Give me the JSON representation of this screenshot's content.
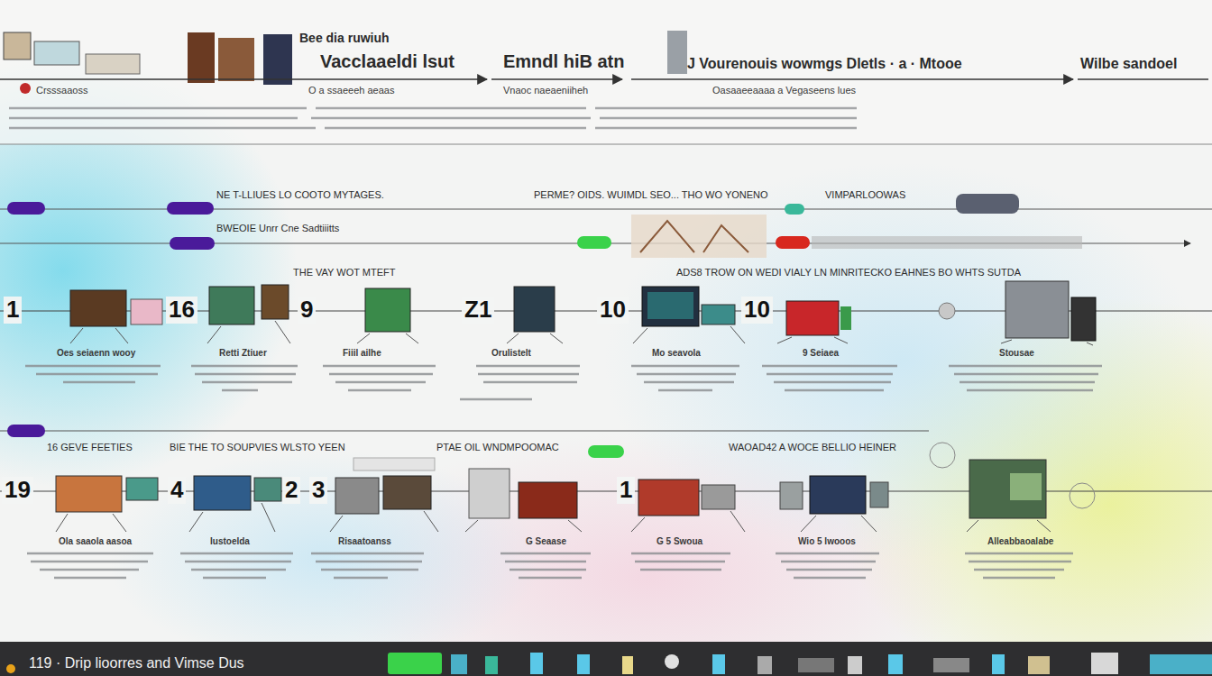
{
  "diagram": {
    "title": "Bee dia ruwiuh",
    "caption": "119 · Drip lioorres and Vimse Dus",
    "labels": [
      "Vacclaaeldi lsut",
      "Emndl hiB atn",
      "J Vourenouis wowmgs Dletls · a · Mtooe",
      "Wilbe sandoel",
      "Crsssaaoss",
      "O a ssaeeeh aeaas",
      "Vnaoc naeaeniiheh",
      "Oasaaeeaaaa a Vegaseens lues",
      "NE T-LLIUES LO COOTO MYTAGES.",
      "PERME? OIDS. WUIMDL SEO... THO WO YONENO",
      "VIMPARLOOWAS",
      "BWEOIE Unrr Cne Sadtiiitts",
      "THE VAY WOT MTEFT",
      "ADS8 TROW ON WEDI VIALY LN MINRITECKO EAHNES BO WHTS SUTDA",
      "1",
      "16",
      "9",
      "Z1",
      "10",
      "10",
      "Oes seiaenn wooy",
      "Retti Ztiuer",
      "Fiiil ailhe",
      "Orulistelt",
      "Mo seavola",
      "9 Seiaea",
      "Stousae",
      "16 GEVE FEETIES",
      "BIE THE TO SOUPVIES WLSTO YEEN",
      "PTAE OIL WNDMPOOMAC",
      "WAOAD42 A WOCE BELLIO HEINER",
      "19",
      "4",
      "2",
      "3",
      "1",
      "Ola saaola aasoa",
      "Iustoelda",
      "Risaatoanss",
      "G Seaase",
      "G 5 Swoua",
      "Wio 5 Iwooos",
      "Alleabbaoalabe"
    ]
  }
}
